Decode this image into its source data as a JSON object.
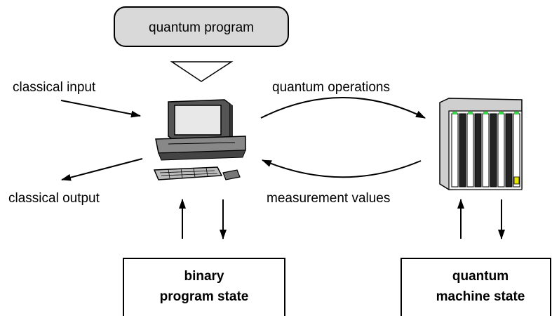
{
  "program_box": {
    "label": "quantum program"
  },
  "labels": {
    "classical_input": "classical input",
    "classical_output": "classical output",
    "quantum_operations": "quantum operations",
    "measurement_values": "measurement values"
  },
  "state_boxes": {
    "binary": {
      "line1": "binary",
      "line2": "program state"
    },
    "quantum": {
      "line1": "quantum",
      "line2": "machine state"
    }
  },
  "icons": [
    "computer-icon",
    "quantum-machine-rack-icon"
  ],
  "colors": {
    "program_box_fill": "#d9d9d9",
    "rack_led": "#39d64a",
    "rack_led_warn": "#e6e600"
  }
}
